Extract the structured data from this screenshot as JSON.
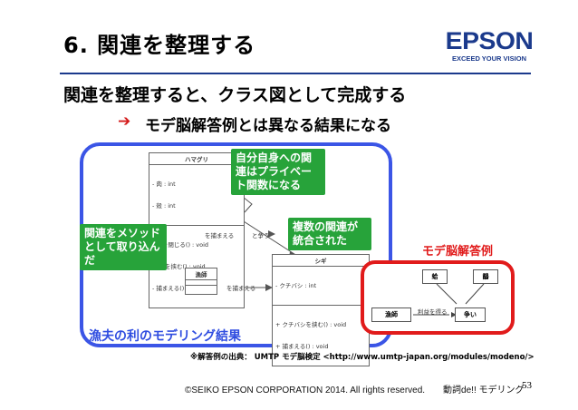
{
  "title": "6. 関連を整理する",
  "logo": {
    "name": "EPSON",
    "tagline": "EXCEED YOUR VISION",
    "color": "#1b3a8c"
  },
  "subtitle": "関連を整理すると、クラス図として完成する",
  "point": {
    "icon": "right-arrow-icon",
    "text": "モデ脳解答例とは異なる結果になる"
  },
  "main_diagram": {
    "caption": "漁夫の利のモデリング結果",
    "border_color": "#3b55e6",
    "classes": {
      "hamaguri": {
        "name": "ハマグリ",
        "attributes": [
          "- 肉 : int",
          "- 殻 : int"
        ],
        "methods": [
          "- 殻を閉じる() : void",
          "+ 肉を挟む() : void",
          "- 捕まえる() : void"
        ]
      },
      "shigi": {
        "name": "シギ",
        "attributes": [
          "- クチバシ : int"
        ],
        "methods": [
          "+ クチバシを挟む() : void",
          "+ 捕まえる() : void"
        ]
      },
      "ryoshi": {
        "name": "漁師"
      }
    },
    "edge_labels": {
      "e1": "を捕まえる",
      "e2": "と争う",
      "e3": "を捕まえる"
    },
    "callouts": {
      "private": "自分自身への関連はプライベート関数になる",
      "method": "関連をメソッドとして取り込んだ",
      "multiple": "複数の関連が統合された"
    },
    "callout_color": "#27a33a"
  },
  "modeno": {
    "caption": "モデ脳解答例",
    "border_color": "#e11b1b",
    "boxes": {
      "hamaguri": "蛤",
      "shigi": "鷸",
      "ryoshi": "漁師",
      "arasoi": "争い"
    },
    "edge_label": "利益を得る"
  },
  "source": "※解答例の出典： UMTP モデ脳検定 <http://www.umtp-japan.org/modules/modeno/>",
  "footer": "©SEIKO EPSON CORPORATION 2014. All rights reserved.　　動詞de!! モデリング",
  "page_number": "53"
}
